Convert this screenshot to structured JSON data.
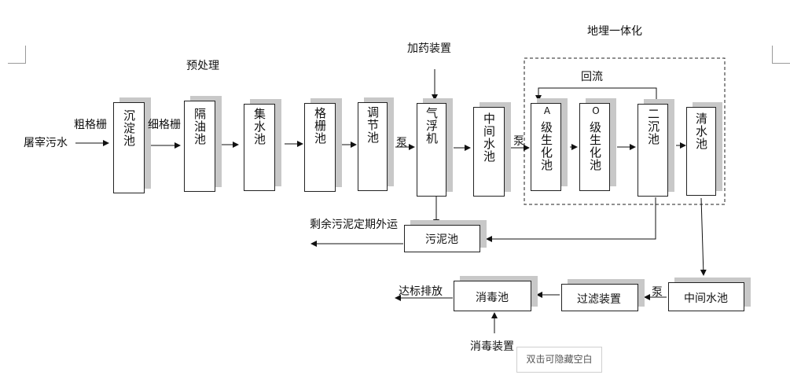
{
  "titles": {
    "pretreatment": "预处理",
    "dosing": "加药装置",
    "integrated": "地埋一体化"
  },
  "input": {
    "label": "屠宰污水"
  },
  "units": {
    "sedimentation": "沉淀池",
    "oil_separation": "隔油池",
    "collection": "集水池",
    "grid_tank": "格栅池",
    "regulation": "调节池",
    "air_flotation": "气浮机",
    "intermediate": "中间水池",
    "a_tank": "A级生化池",
    "o_tank": "O级生化池",
    "secondary": "二沉池",
    "clear_water": "清水池",
    "sludge": "污泥池",
    "intermediate2": "中间水池",
    "filter": "过滤装置",
    "disinfection": "消毒池"
  },
  "a_tank_parts": {
    "top": "A",
    "bottom": "级生化池"
  },
  "o_tank_parts": {
    "top": "O",
    "bottom": "级生化池"
  },
  "flow_labels": {
    "coarse_screen": "粗格栅",
    "fine_screen": "细格栅",
    "pump1": "泵",
    "pump2": "泵",
    "pump3": "泵",
    "reflux": "回流",
    "sludge_out": "剩余污泥定期外运",
    "discharge": "达标排放",
    "disinfect_device": "消毒装置"
  },
  "ui": {
    "hide_blank": "双击可隐藏空白"
  }
}
